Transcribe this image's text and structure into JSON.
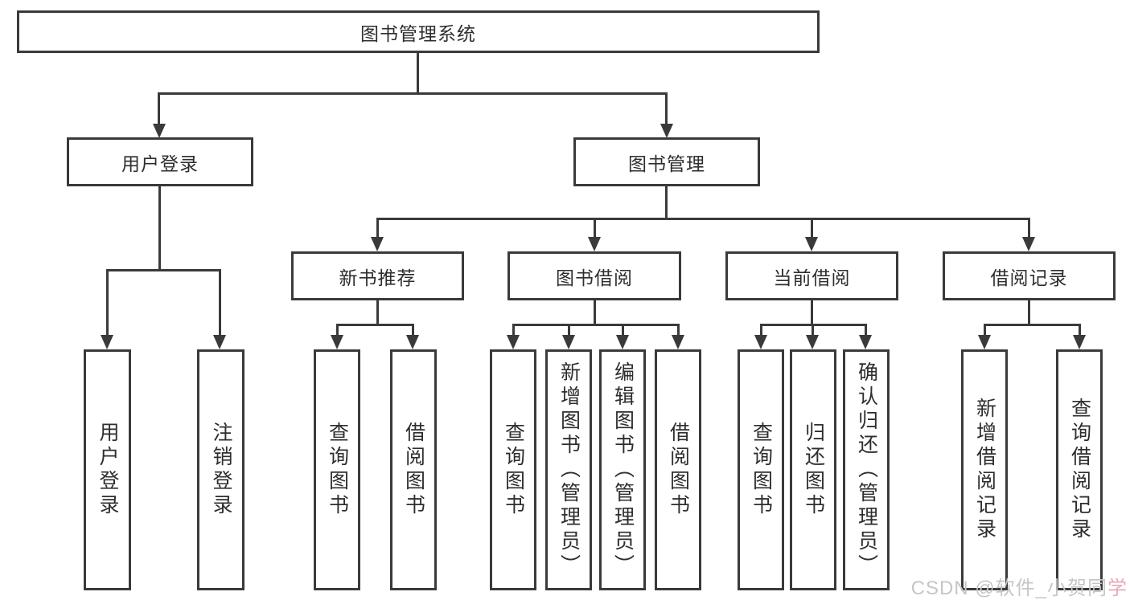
{
  "tree": {
    "root": "图书管理系统",
    "branches": [
      {
        "label": "用户登录",
        "children": [
          "用户登录",
          "注销登录"
        ]
      },
      {
        "label": "图书管理",
        "groups": [
          {
            "label": "新书推荐",
            "children": [
              "查询图书",
              "借阅图书"
            ]
          },
          {
            "label": "图书借阅",
            "children": [
              "查询图书",
              "新增图书（管理员）",
              "编辑图书（管理员）",
              "借阅图书"
            ]
          },
          {
            "label": "当前借阅",
            "children": [
              "查询图书",
              "归还图书",
              "确认归还（管理员）"
            ]
          },
          {
            "label": "借阅记录",
            "children": [
              "新增借阅记录",
              "查询借阅记录"
            ]
          }
        ]
      }
    ]
  },
  "watermark": {
    "main": "CSDN @软件_小贺同",
    "accent": "学"
  },
  "colors": {
    "line": "#3a3a3a",
    "text": "#2e2e2e",
    "watermark": "#c6c6c6",
    "watermark_accent": "#e8a9ba"
  }
}
